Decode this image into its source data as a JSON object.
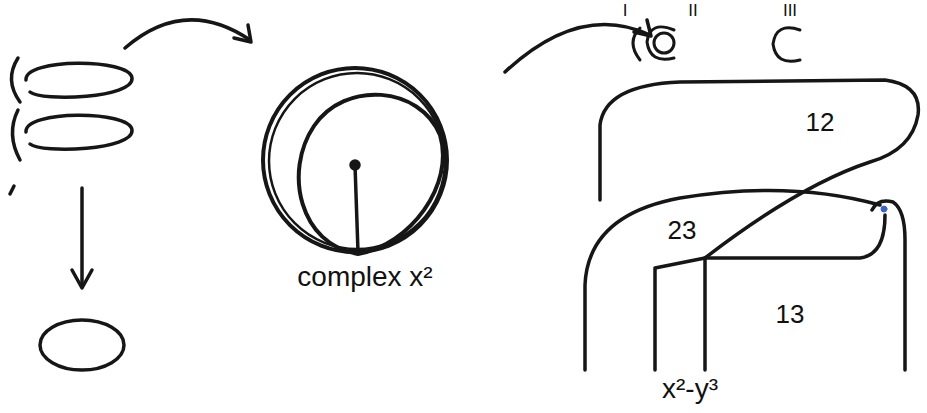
{
  "diagram": {
    "labels": [
      "I",
      "II",
      "III",
      "12",
      "23",
      "13",
      "complex x²",
      "x²-y³"
    ]
  }
}
